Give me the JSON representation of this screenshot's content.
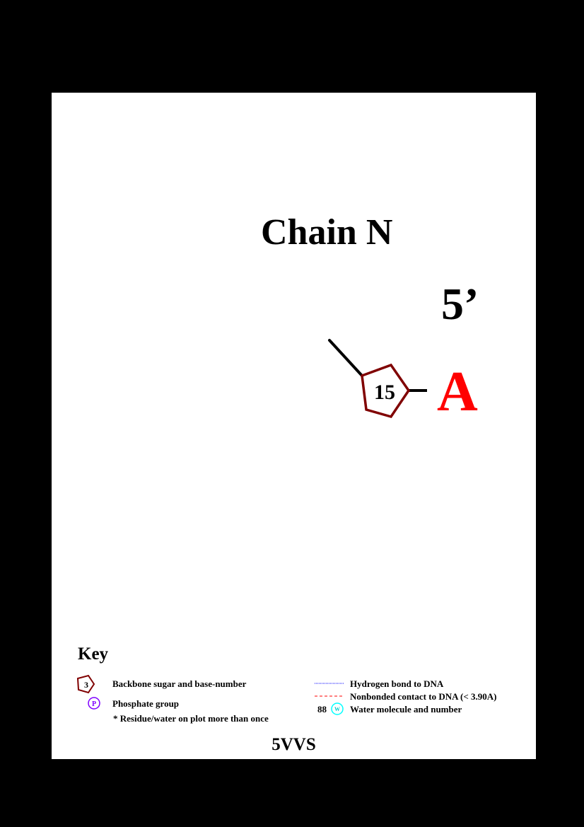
{
  "diagram": {
    "chain_title": "Chain N",
    "five_prime_label": "5’",
    "residue": {
      "number": "15",
      "base": "A"
    },
    "colors": {
      "sugar": "#800000",
      "base": "#ff0000",
      "backbone_line": "#000000",
      "phosphate": "#7f00ff",
      "hydrogen_bond": "#0000ff",
      "nonbonded": "#ff0000",
      "water": "#00ffff"
    }
  },
  "key": {
    "title": "Key",
    "sugar_example_number": "3",
    "sugar_label": "Backbone sugar and base-number",
    "phosphate_symbol": "P",
    "phosphate_label": "Phosphate group",
    "repeat_note": "* Residue/water on plot more than once",
    "hbond_label": "Hydrogen bond to DNA",
    "nonbonded_label": "Nonbonded contact to DNA (< 3.90A)",
    "water_number": "88",
    "water_symbol": "W",
    "water_label": "Water molecule and number"
  },
  "footer": {
    "pdb_id": "5VVS"
  }
}
